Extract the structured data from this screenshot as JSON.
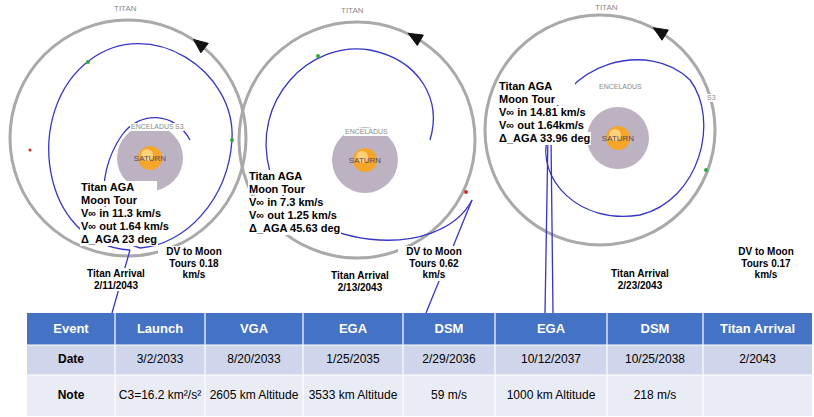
{
  "diagram": {
    "nodes": [
      {
        "text": [
          "SATURN"
        ]
      },
      {
        "text": [
          "SATURN"
        ]
      },
      {
        "text": [
          "SATURN"
        ]
      }
    ],
    "labels": [
      "TITAN",
      "ENCELADUS",
      "S3",
      "Titan AGA Moon Tour",
      "V∞ in 11.3 km/s",
      "V∞ out 1.64 km/s",
      "Δ_AGA 23 deg",
      "Titan Arrival 2/11/2043",
      "DV to Moon Tours 0.18 km/s",
      "TITAN",
      "ENCELADUS",
      "Titan AGA Moon Tour",
      "V∞ in 7.3 km/s",
      "V∞ out 1.25 km/s",
      "Δ_AGA 45.63 deg",
      "Titan Arrival 2/13/2043",
      "DV to Moon Tours 0.62 km/s",
      "TITAN",
      "ENCELADUS",
      "S3",
      "Titan AGA Moon Tour",
      "V∞ in 14.81 km/s",
      "V∞ out 1.64km/s",
      "Δ_AGA 33.96 deg",
      "Titan Arrival 2/23/2043",
      "DV to Moon Tours 0.17 km/s",
      "Event",
      "Launch",
      "VGA",
      "EGA",
      "DSM",
      "EGA",
      "DSM",
      "Titan Arrival",
      "Date",
      "3/2/2033",
      "8/20/2033",
      "1/25/2035",
      "2/29/2036",
      "10/12/2037",
      "10/25/2038",
      "2/2043",
      "Note",
      "C3=16.2 km²/s²",
      "2605 km Altitude",
      "3533 km Altitude",
      "59 m/s",
      "1000 km Altitude",
      "218 m/s"
    ]
  }
}
